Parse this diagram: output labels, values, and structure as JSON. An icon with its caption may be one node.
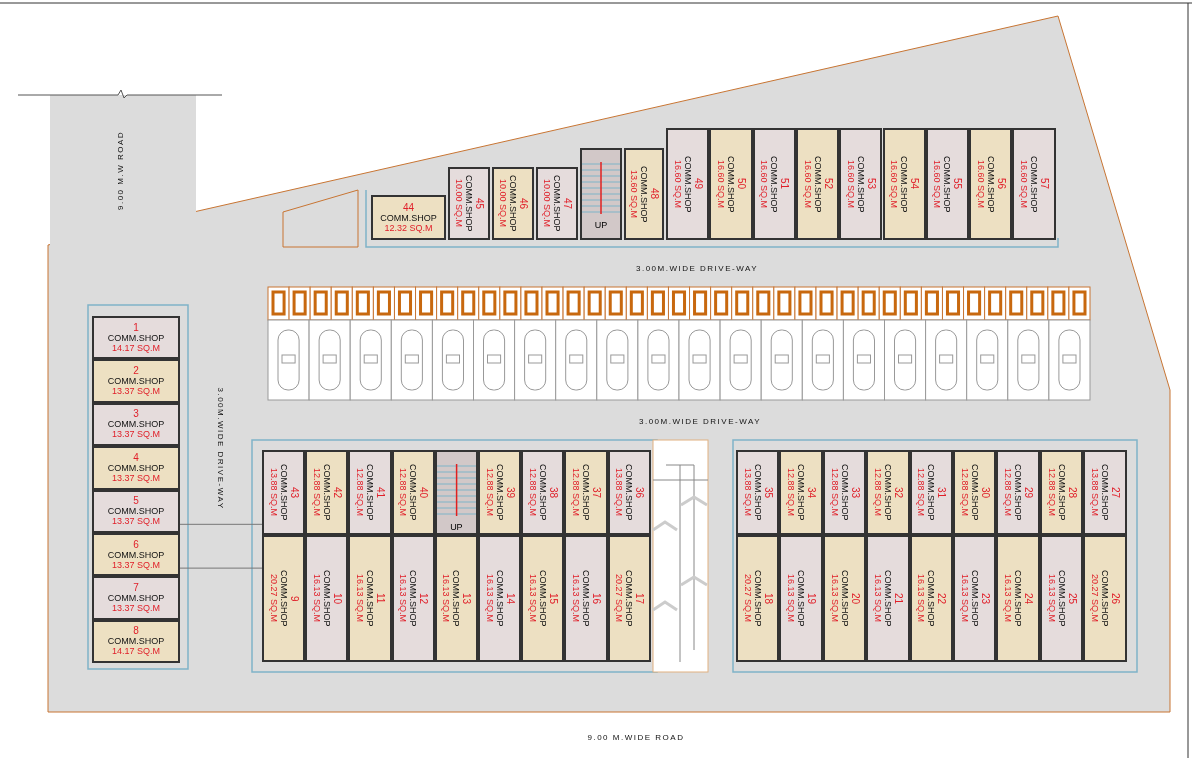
{
  "diagram": {
    "nodes": [
      {
        "text": [
          "44",
          "COMM.SHOP",
          "12.32 SQ.M"
        ]
      },
      {
        "text": [
          "45",
          "COMM.SHOP",
          "10.00 SQ.M"
        ]
      },
      {
        "text": [
          "46",
          "COMM.SHOP",
          "10.00 SQ.M"
        ]
      },
      {
        "text": [
          "47",
          "COMM.SHOP",
          "10.00 SQ.M"
        ]
      },
      {
        "text": [
          "UP"
        ]
      },
      {
        "text": [
          "48",
          "COMM.SHOP",
          "13.60 SQ.M"
        ]
      },
      {
        "text": [
          "49",
          "COMM.SHOP",
          "16.60 SQ.M"
        ]
      },
      {
        "text": [
          "50",
          "COMM.SHOP",
          "16.60 SQ.M"
        ]
      },
      {
        "text": [
          "51",
          "COMM.SHOP",
          "16.60 SQ.M"
        ]
      },
      {
        "text": [
          "52",
          "COMM.SHOP",
          "16.60 SQ.M"
        ]
      },
      {
        "text": [
          "53",
          "COMM.SHOP",
          "16.60 SQ.M"
        ]
      },
      {
        "text": [
          "54",
          "COMM.SHOP",
          "16.60 SQ.M"
        ]
      },
      {
        "text": [
          "55",
          "COMM.SHOP",
          "16.60 SQ.M"
        ]
      },
      {
        "text": [
          "56",
          "COMM.SHOP",
          "16.60 SQ.M"
        ]
      },
      {
        "text": [
          "57",
          "COMM.SHOP",
          "16.60 SQ.M"
        ]
      },
      {
        "text": [
          "1",
          "COMM.SHOP",
          "14.17 SQ.M"
        ]
      },
      {
        "text": [
          "2",
          "COMM.SHOP",
          "13.37 SQ.M"
        ]
      },
      {
        "text": [
          "3",
          "COMM.SHOP",
          "13.37 SQ.M"
        ]
      },
      {
        "text": [
          "4",
          "COMM.SHOP",
          "13.37 SQ.M"
        ]
      },
      {
        "text": [
          "5",
          "COMM.SHOP",
          "13.37 SQ.M"
        ]
      },
      {
        "text": [
          "6",
          "COMM.SHOP",
          "13.37 SQ.M"
        ]
      },
      {
        "text": [
          "7",
          "COMM.SHOP",
          "13.37 SQ.M"
        ]
      },
      {
        "text": [
          "8",
          "COMM.SHOP",
          "14.17 SQ.M"
        ]
      },
      {
        "text": [
          "43",
          "COMM.SHOP",
          "13.88 SQ.M"
        ]
      },
      {
        "text": [
          "42",
          "COMM.SHOP",
          "12.88 SQ.M"
        ]
      },
      {
        "text": [
          "41",
          "COMM.SHOP",
          "12.88 SQ.M"
        ]
      },
      {
        "text": [
          "40",
          "COMM.SHOP",
          "12.88 SQ.M"
        ]
      },
      {
        "text": [
          "UP"
        ]
      },
      {
        "text": [
          "39",
          "COMM.SHOP",
          "12.88 SQ.M"
        ]
      },
      {
        "text": [
          "38",
          "COMM.SHOP",
          "12.88 SQ.M"
        ]
      },
      {
        "text": [
          "37",
          "COMM.SHOP",
          "12.88 SQ.M"
        ]
      },
      {
        "text": [
          "36",
          "COMM.SHOP",
          "13.88 SQ.M"
        ]
      },
      {
        "text": [
          "35",
          "COMM.SHOP",
          "13.88 SQ.M"
        ]
      },
      {
        "text": [
          "34",
          "COMM.SHOP",
          "12.88 SQ.M"
        ]
      },
      {
        "text": [
          "33",
          "COMM.SHOP",
          "12.88 SQ.M"
        ]
      },
      {
        "text": [
          "32",
          "COMM.SHOP",
          "12.88 SQ.M"
        ]
      },
      {
        "text": [
          "31",
          "COMM.SHOP",
          "12.88 SQ.M"
        ]
      },
      {
        "text": [
          "30",
          "COMM.SHOP",
          "12.88 SQ.M"
        ]
      },
      {
        "text": [
          "29",
          "COMM.SHOP",
          "12.88 SQ.M"
        ]
      },
      {
        "text": [
          "28",
          "COMM.SHOP",
          "12.88 SQ.M"
        ]
      },
      {
        "text": [
          "27",
          "COMM.SHOP",
          "13.88 SQ.M"
        ]
      },
      {
        "text": [
          "9",
          "COMM.SHOP",
          "20.27 SQ.M"
        ]
      },
      {
        "text": [
          "10",
          "COMM.SHOP",
          "16.13 SQ.M"
        ]
      },
      {
        "text": [
          "11",
          "COMM.SHOP",
          "16.13 SQ.M"
        ]
      },
      {
        "text": [
          "12",
          "COMM.SHOP",
          "16.13 SQ.M"
        ]
      },
      {
        "text": [
          "13",
          "COMM.SHOP",
          "16.13 SQ.M"
        ]
      },
      {
        "text": [
          "14",
          "COMM.SHOP",
          "16.13 SQ.M"
        ]
      },
      {
        "text": [
          "15",
          "COMM.SHOP",
          "16.13 SQ.M"
        ]
      },
      {
        "text": [
          "16",
          "COMM.SHOP",
          "16.13 SQ.M"
        ]
      },
      {
        "text": [
          "17",
          "COMM.SHOP",
          "20.27 SQ.M"
        ]
      },
      {
        "text": [
          "18",
          "COMM.SHOP",
          "20.27 SQ.M"
        ]
      },
      {
        "text": [
          "19",
          "COMM.SHOP",
          "16.13 SQ.M"
        ]
      },
      {
        "text": [
          "20",
          "COMM.SHOP",
          "16.13 SQ.M"
        ]
      },
      {
        "text": [
          "21",
          "COMM.SHOP",
          "16.13 SQ.M"
        ]
      },
      {
        "text": [
          "22",
          "COMM.SHOP",
          "16.13 SQ.M"
        ]
      },
      {
        "text": [
          "23",
          "COMM.SHOP",
          "16.13 SQ.M"
        ]
      },
      {
        "text": [
          "24",
          "COMM.SHOP",
          "16.13 SQ.M"
        ]
      },
      {
        "text": [
          "25",
          "COMM.SHOP",
          "16.13 SQ.M"
        ]
      },
      {
        "text": [
          "26",
          "COMM.SHOP",
          "20.27 SQ.M"
        ]
      }
    ],
    "edges": [
      {
        "from": 19,
        "to": 23,
        "arrow": "none"
      },
      {
        "from": 20,
        "to": 41,
        "arrow": "none"
      }
    ],
    "labels": [
      "9.00 M.W ROAD",
      "3.00M.WIDE DRIVE-WAY",
      "3.00M.WIDE DRIVE-WAY",
      "3.00M.WIDE DRIVE-WAY",
      "9.00 M.WIDE ROAD"
    ]
  }
}
